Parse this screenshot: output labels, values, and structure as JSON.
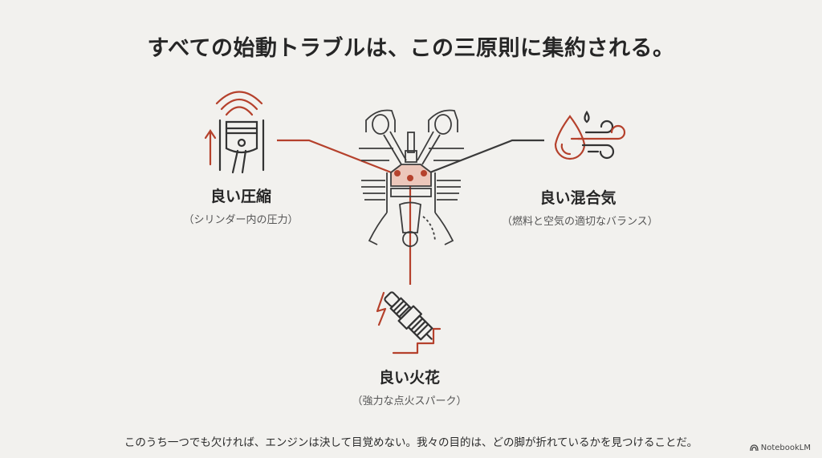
{
  "title": "すべての始動トラブルは、この三原則に集約される。",
  "principles": {
    "compression": {
      "label": "良い圧縮",
      "sub": "（シリンダー内の圧力）",
      "icon": "piston-compression-icon"
    },
    "mixture": {
      "label": "良い混合気",
      "sub": "（燃料と空気の適切なバランス）",
      "icon": "fuel-drop-air-icon"
    },
    "spark": {
      "label": "良い火花",
      "sub": "（強力な点火スパーク）",
      "icon": "spark-plug-icon"
    }
  },
  "center_icon": "engine-cutaway-icon",
  "footer": "このうち一つでも欠ければ、エンジンは決して目覚めない。我々の目的は、どの脚が折れているかを見つけることだ。",
  "brand": "NotebookLM",
  "colors": {
    "background": "#f2f1ee",
    "accent_red": "#b5412c",
    "line_dark": "#3a3a3a",
    "chamber_fill": "#ecc7bb"
  }
}
